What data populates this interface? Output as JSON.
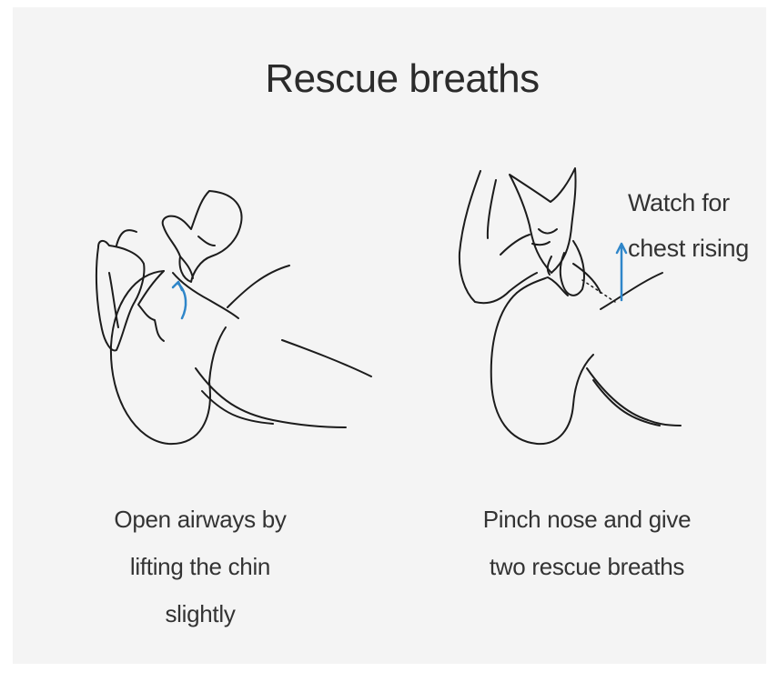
{
  "title": "Rescue breaths",
  "steps": [
    {
      "caption_lines": [
        "Open airways by",
        "lifting the chin",
        "slightly"
      ]
    },
    {
      "caption_lines": [
        "Pinch nose and give",
        "two rescue breaths"
      ]
    }
  ],
  "annotation": {
    "lines": [
      "Watch for",
      "chest rising"
    ]
  },
  "colors": {
    "background": "#f4f4f4",
    "line": "#1c1c1c",
    "arrow": "#2f86c9",
    "text": "#333333"
  }
}
